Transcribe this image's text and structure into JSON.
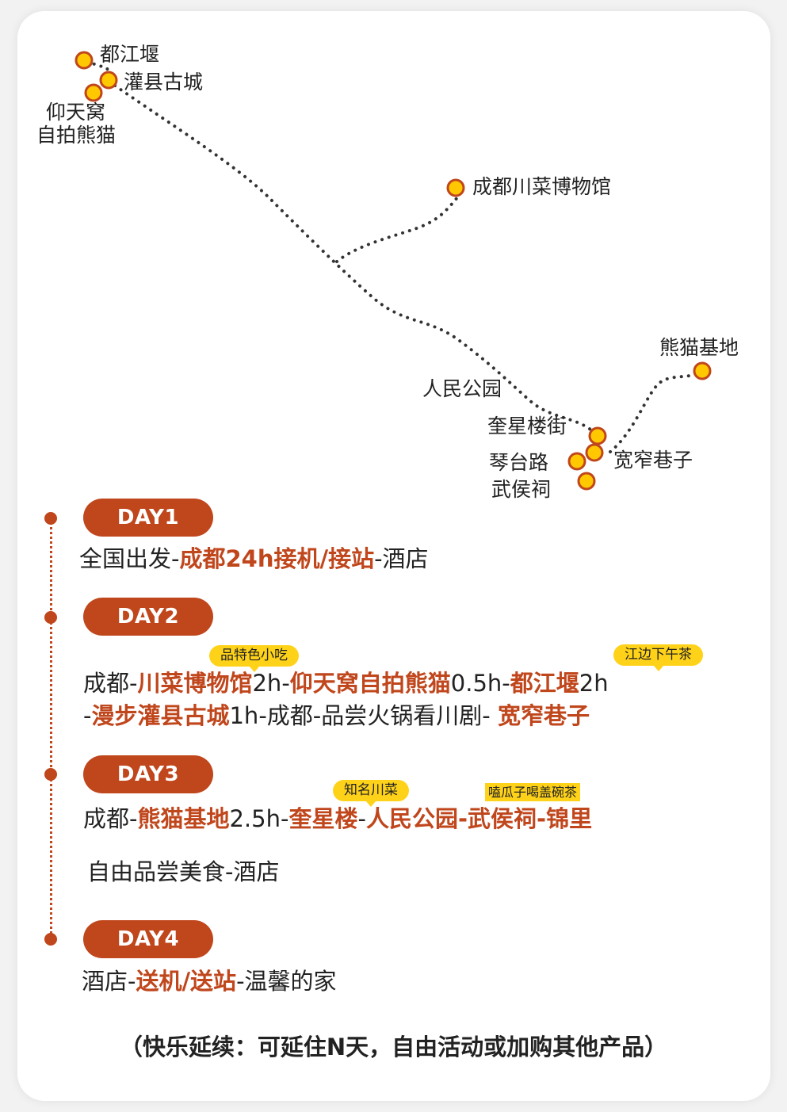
{
  "map": {
    "places": {
      "dujiangyan": "都江堰",
      "guanxian": "灌县古城",
      "yangtianwo_1": "仰天窝",
      "yangtianwo_2": "自拍熊猫",
      "museum": "成都川菜博物馆",
      "panda_base": "熊猫基地",
      "peoples_park": "人民公园",
      "kuixing": "奎星楼街",
      "qintai": "琴台路",
      "kuanzhai": "宽窄巷子",
      "wuhou": "武侯祠"
    },
    "colors": {
      "marker_fill": "#ffc800",
      "marker_stroke": "#c0461c",
      "route": "#333333"
    }
  },
  "days": [
    {
      "label": "DAY1",
      "line1": {
        "a": "全国出发-",
        "b": "成都24h接机/接站",
        "c": "-酒店"
      }
    },
    {
      "label": "DAY2",
      "tags": {
        "t1": "品特色小吃",
        "t2": "江边下午茶"
      },
      "line1": {
        "a": "成都-",
        "b": "川菜博物馆",
        "c": "2h-",
        "d": "仰天窝自拍熊猫",
        "e": "0.5h-",
        "f": "都江堰",
        "g": "2h"
      },
      "line2": {
        "a": "-",
        "b": "漫步灌县古城",
        "c": "1h-成都-品尝火锅看川剧- ",
        "d": "宽窄巷子"
      }
    },
    {
      "label": "DAY3",
      "tags": {
        "t1": "知名川菜",
        "t2": "嗑瓜子喝盖碗茶"
      },
      "line1": {
        "a": "成都-",
        "b": "熊猫基地",
        "c": "2.5h-",
        "d": "奎星楼",
        "e": "-",
        "f": "人民公园",
        "g": "-",
        "h": "武侯祠",
        "i": "-",
        "j": "锦里"
      },
      "line2": "自由品尝美食-酒店"
    },
    {
      "label": "DAY4",
      "line1": {
        "a": "酒店-",
        "b": "送机/送站",
        "c": "-温馨的家"
      }
    }
  ],
  "footer": "（快乐延续：可延住N天，自由活动或加购其他产品）",
  "colors": {
    "accent": "#c0461c",
    "tag": "#ffd21a",
    "text": "#222222"
  }
}
